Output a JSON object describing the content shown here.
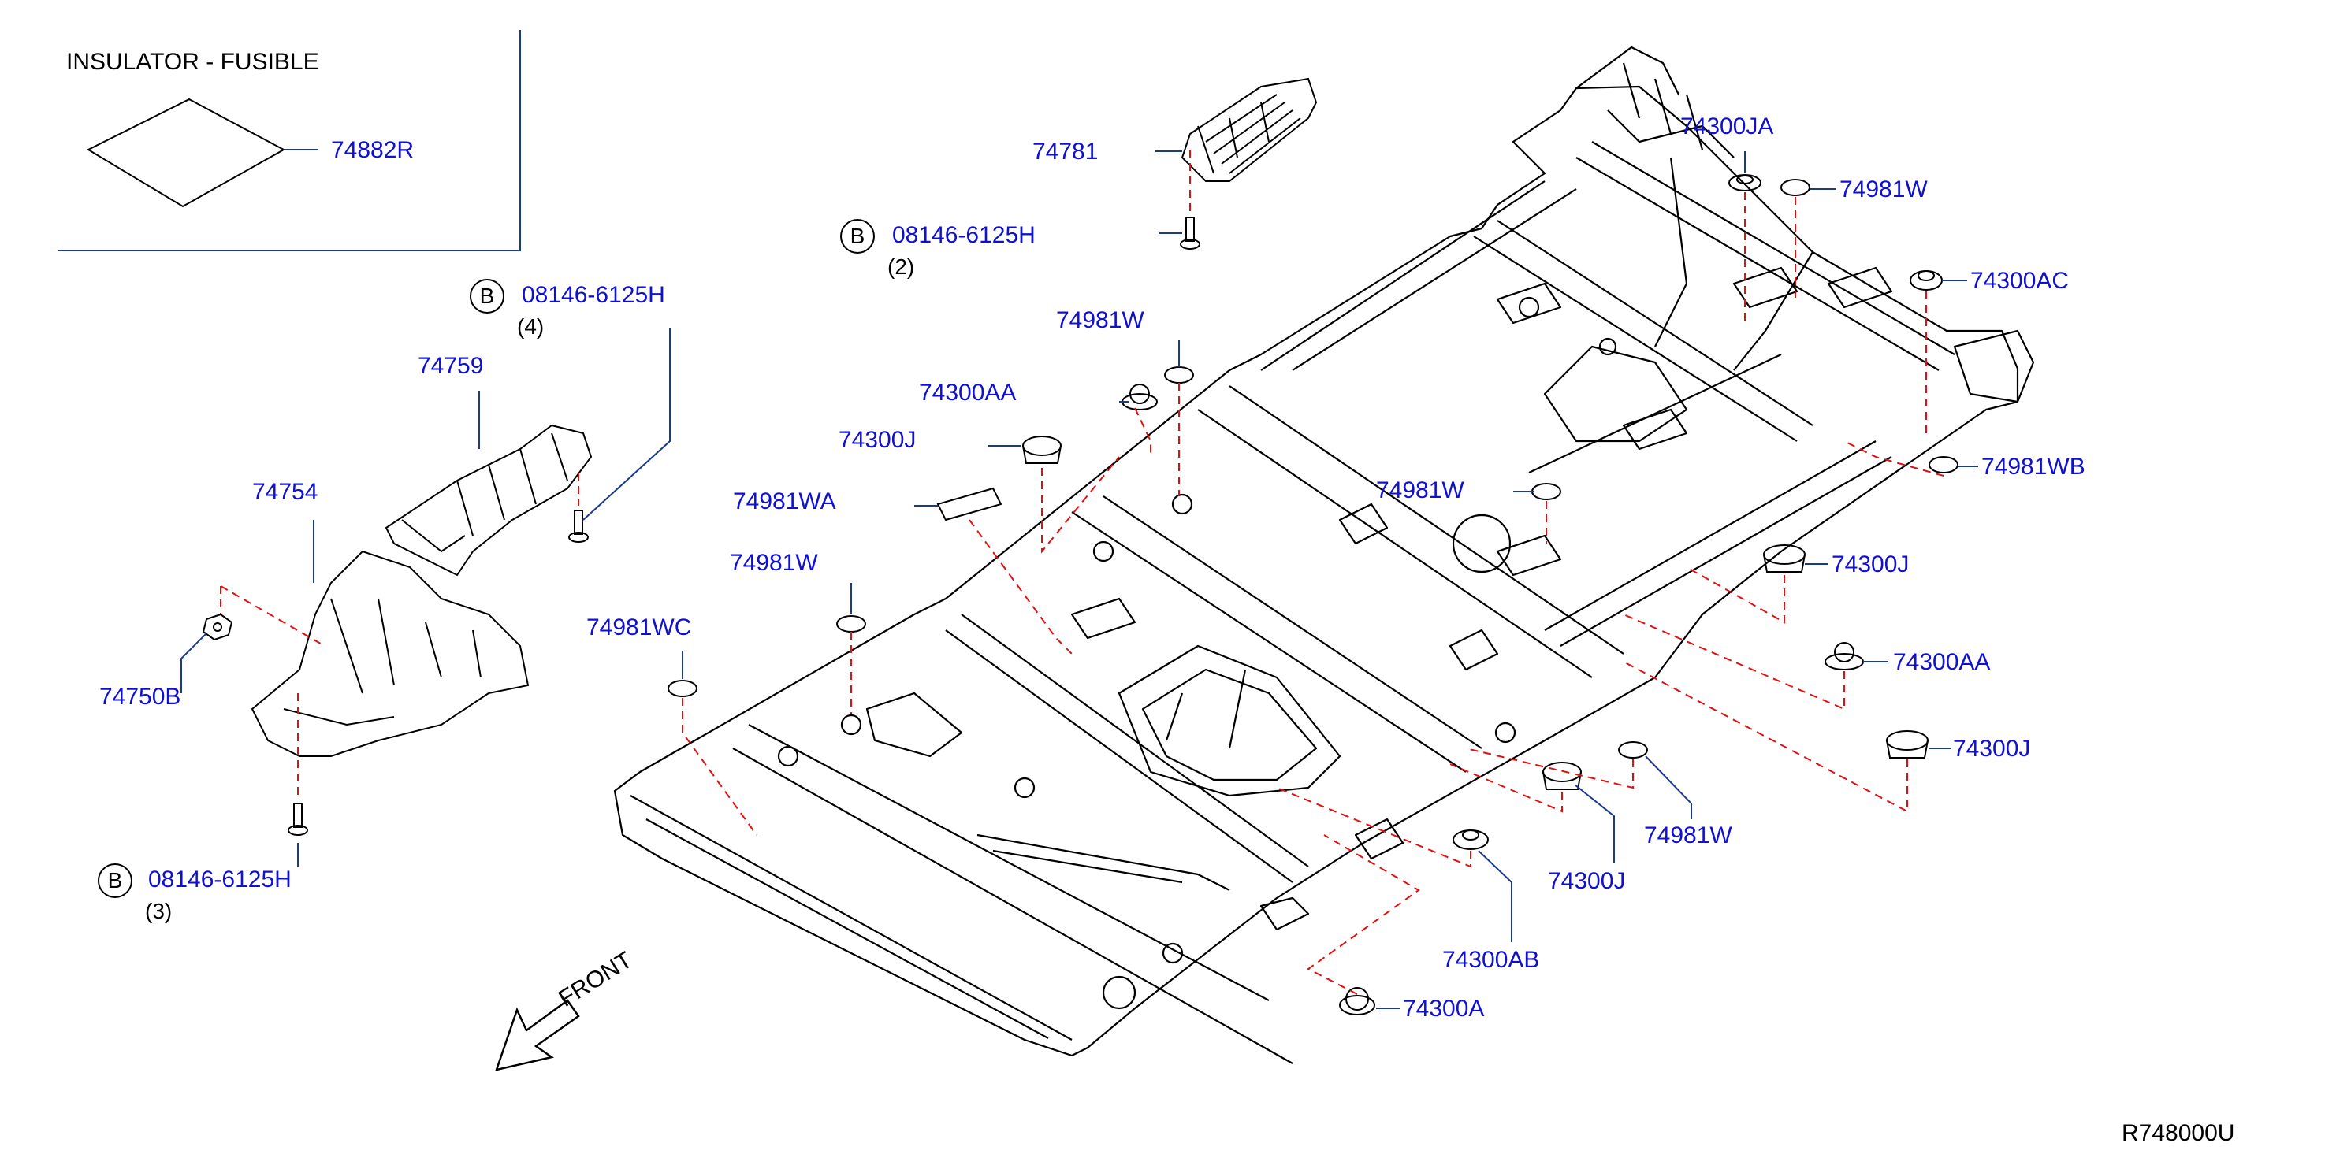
{
  "legend": {
    "title": "INSULATOR  -  FUSIBLE",
    "part": "74882R"
  },
  "bolt_symbol": "B",
  "bolts": [
    {
      "id": "bolt-2",
      "part": "08146-6125H",
      "qty": "(2)"
    },
    {
      "id": "bolt-4",
      "part": "08146-6125H",
      "qty": "(4)"
    },
    {
      "id": "bolt-3",
      "part": "08146-6125H",
      "qty": "(3)"
    }
  ],
  "parts": {
    "p74781": "74781",
    "p74759": "74759",
    "p74754": "74754",
    "p74750B": "74750B",
    "p74981W_top": "74981W",
    "p74300AA_left": "74300AA",
    "p74300J_left": "74300J",
    "p74981WA": "74981WA",
    "p74981W_left": "74981W",
    "p74981WC": "74981WC",
    "p74300JA": "74300JA",
    "p74981W_right": "74981W",
    "p74300AC": "74300AC",
    "p74981W_center": "74981W",
    "p74981WB": "74981WB",
    "p74300J_r1": "74300J",
    "p74300AA_right": "74300AA",
    "p74300J_r2": "74300J",
    "p74981W_bottom": "74981W",
    "p74300J_bottom": "74300J",
    "p74300AB": "74300AB",
    "p74300A": "74300A"
  },
  "front_label": "FRONT",
  "diagram_code": "R748000U",
  "colors": {
    "label": "#1010d0",
    "line": "#000000",
    "dashed": "#e01010",
    "leader": "#1a3a8a"
  }
}
